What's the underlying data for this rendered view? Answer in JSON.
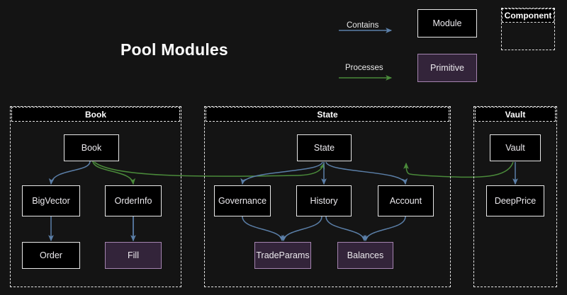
{
  "title": "Pool Modules",
  "colors": {
    "background": "#141414",
    "module_fill": "#000000",
    "module_border": "#e8e8e8",
    "primitive_fill": "#33243a",
    "primitive_border": "#a584b0",
    "contains_edge": "#5b7fa8",
    "processes_edge": "#3e7a33",
    "container_border": "#e4e4e4",
    "text": "#eceaee"
  },
  "legend": {
    "contains_label": "Contains",
    "processes_label": "Processes",
    "module_label": "Module",
    "primitive_label": "Primitive",
    "component_label": "Component"
  },
  "containers": [
    {
      "id": "book",
      "label": "Book"
    },
    {
      "id": "state",
      "label": "State"
    },
    {
      "id": "vault",
      "label": "Vault"
    }
  ],
  "nodes": [
    {
      "id": "book",
      "label": "Book",
      "kind": "module"
    },
    {
      "id": "bigvector",
      "label": "BigVector",
      "kind": "module"
    },
    {
      "id": "orderinfo",
      "label": "OrderInfo",
      "kind": "module"
    },
    {
      "id": "order",
      "label": "Order",
      "kind": "module"
    },
    {
      "id": "fill",
      "label": "Fill",
      "kind": "primitive"
    },
    {
      "id": "state",
      "label": "State",
      "kind": "module"
    },
    {
      "id": "governance",
      "label": "Governance",
      "kind": "module"
    },
    {
      "id": "history",
      "label": "History",
      "kind": "module"
    },
    {
      "id": "account",
      "label": "Account",
      "kind": "module"
    },
    {
      "id": "tradeparams",
      "label": "TradeParams",
      "kind": "primitive"
    },
    {
      "id": "balances",
      "label": "Balances",
      "kind": "primitive"
    },
    {
      "id": "vault",
      "label": "Vault",
      "kind": "module"
    },
    {
      "id": "deepprice",
      "label": "DeepPrice",
      "kind": "module"
    }
  ],
  "edges": [
    {
      "from": "book",
      "to": "bigvector",
      "type": "contains"
    },
    {
      "from": "bigvector",
      "to": "order",
      "type": "contains"
    },
    {
      "from": "orderinfo",
      "to": "fill",
      "type": "contains"
    },
    {
      "from": "state",
      "to": "governance",
      "type": "contains"
    },
    {
      "from": "state",
      "to": "history",
      "type": "contains"
    },
    {
      "from": "governance",
      "to": "tradeparams",
      "type": "contains"
    },
    {
      "from": "history",
      "to": "tradeparams",
      "type": "contains"
    },
    {
      "from": "history",
      "to": "balances",
      "type": "contains"
    },
    {
      "from": "account",
      "to": "balances",
      "type": "contains"
    },
    {
      "from": "vault",
      "to": "deepprice",
      "type": "contains"
    },
    {
      "from": "book",
      "to": "orderinfo",
      "type": "processes"
    },
    {
      "from": "book",
      "to": "state",
      "type": "processes"
    },
    {
      "from": "vault",
      "to": "account",
      "type": "processes"
    }
  ]
}
